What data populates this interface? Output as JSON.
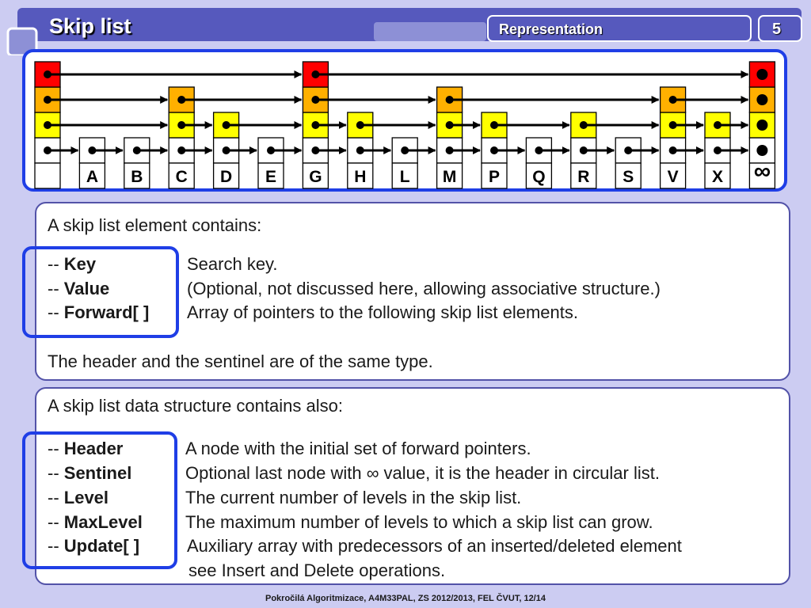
{
  "header": {
    "title": "Skip list",
    "section": "Representation",
    "page_number": "5"
  },
  "diagram": {
    "keys": [
      "A",
      "B",
      "C",
      "D",
      "E",
      "G",
      "H",
      "L",
      "M",
      "P",
      "Q",
      "R",
      "S",
      "V",
      "X"
    ],
    "heights": [
      1,
      1,
      3,
      2,
      1,
      4,
      2,
      1,
      3,
      2,
      1,
      2,
      1,
      3,
      2
    ],
    "header_levels": 4,
    "sentinel_label": "∞",
    "level_colors": [
      "#ffffff",
      "#ffff00",
      "#ffb000",
      "#ff0000"
    ]
  },
  "panel1": {
    "intro": "A skip list element contains:",
    "fields": [
      {
        "prefix": "-- ",
        "name": "Key",
        "desc": "Search key."
      },
      {
        "prefix": "-- ",
        "name": "Value",
        "desc": "(Optional, not discussed here, allowing associative structure.)"
      },
      {
        "prefix": "-- ",
        "name": "Forward[ ]",
        "desc": "Array of pointers to the following skip list elements."
      }
    ],
    "note": "The header and the sentinel are of the same type."
  },
  "panel2": {
    "intro": "A skip list data structure contains also:",
    "fields": [
      {
        "prefix": "-- ",
        "name": "Header",
        "desc": "A node with the initial set of forward pointers."
      },
      {
        "prefix": "-- ",
        "name": "Sentinel",
        "desc": "Optional last node with ∞ value, it is the header in circular list."
      },
      {
        "prefix": "-- ",
        "name": "Level",
        "desc": "The current number of levels in the skip list."
      },
      {
        "prefix": "-- ",
        "name": "MaxLevel",
        "desc": "The maximum number of levels to which a skip list can grow."
      },
      {
        "prefix": "-- ",
        "name": "Update[ ]",
        "desc": "Auxiliary array with predecessors of an inserted/deleted element"
      }
    ],
    "extra_line": "see Insert and Delete operations."
  },
  "footer": {
    "text": "Pokročilá Algoritmizace, A4M33PAL, ZS 2012/2013, FEL ČVUT,  12/14"
  }
}
